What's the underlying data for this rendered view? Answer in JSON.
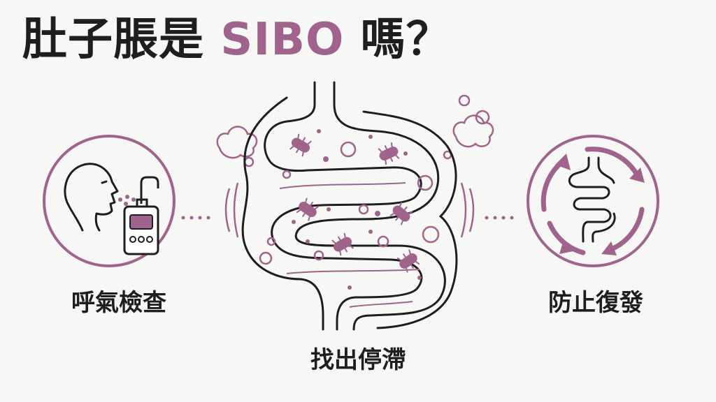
{
  "title": {
    "prefix": "肚子脹是 ",
    "highlight": "SIBO",
    "suffix": " 嗎？"
  },
  "steps": [
    {
      "label": "呼氣檢查",
      "icon": "breath-test-icon"
    },
    {
      "label": "找出停滯",
      "icon": "intestine-bacteria-icon"
    },
    {
      "label": "防止復發",
      "icon": "cycle-intestine-icon"
    }
  ],
  "colors": {
    "accent": "#a0648c",
    "ink": "#1e1e1e",
    "background": "#f7f7f5"
  }
}
